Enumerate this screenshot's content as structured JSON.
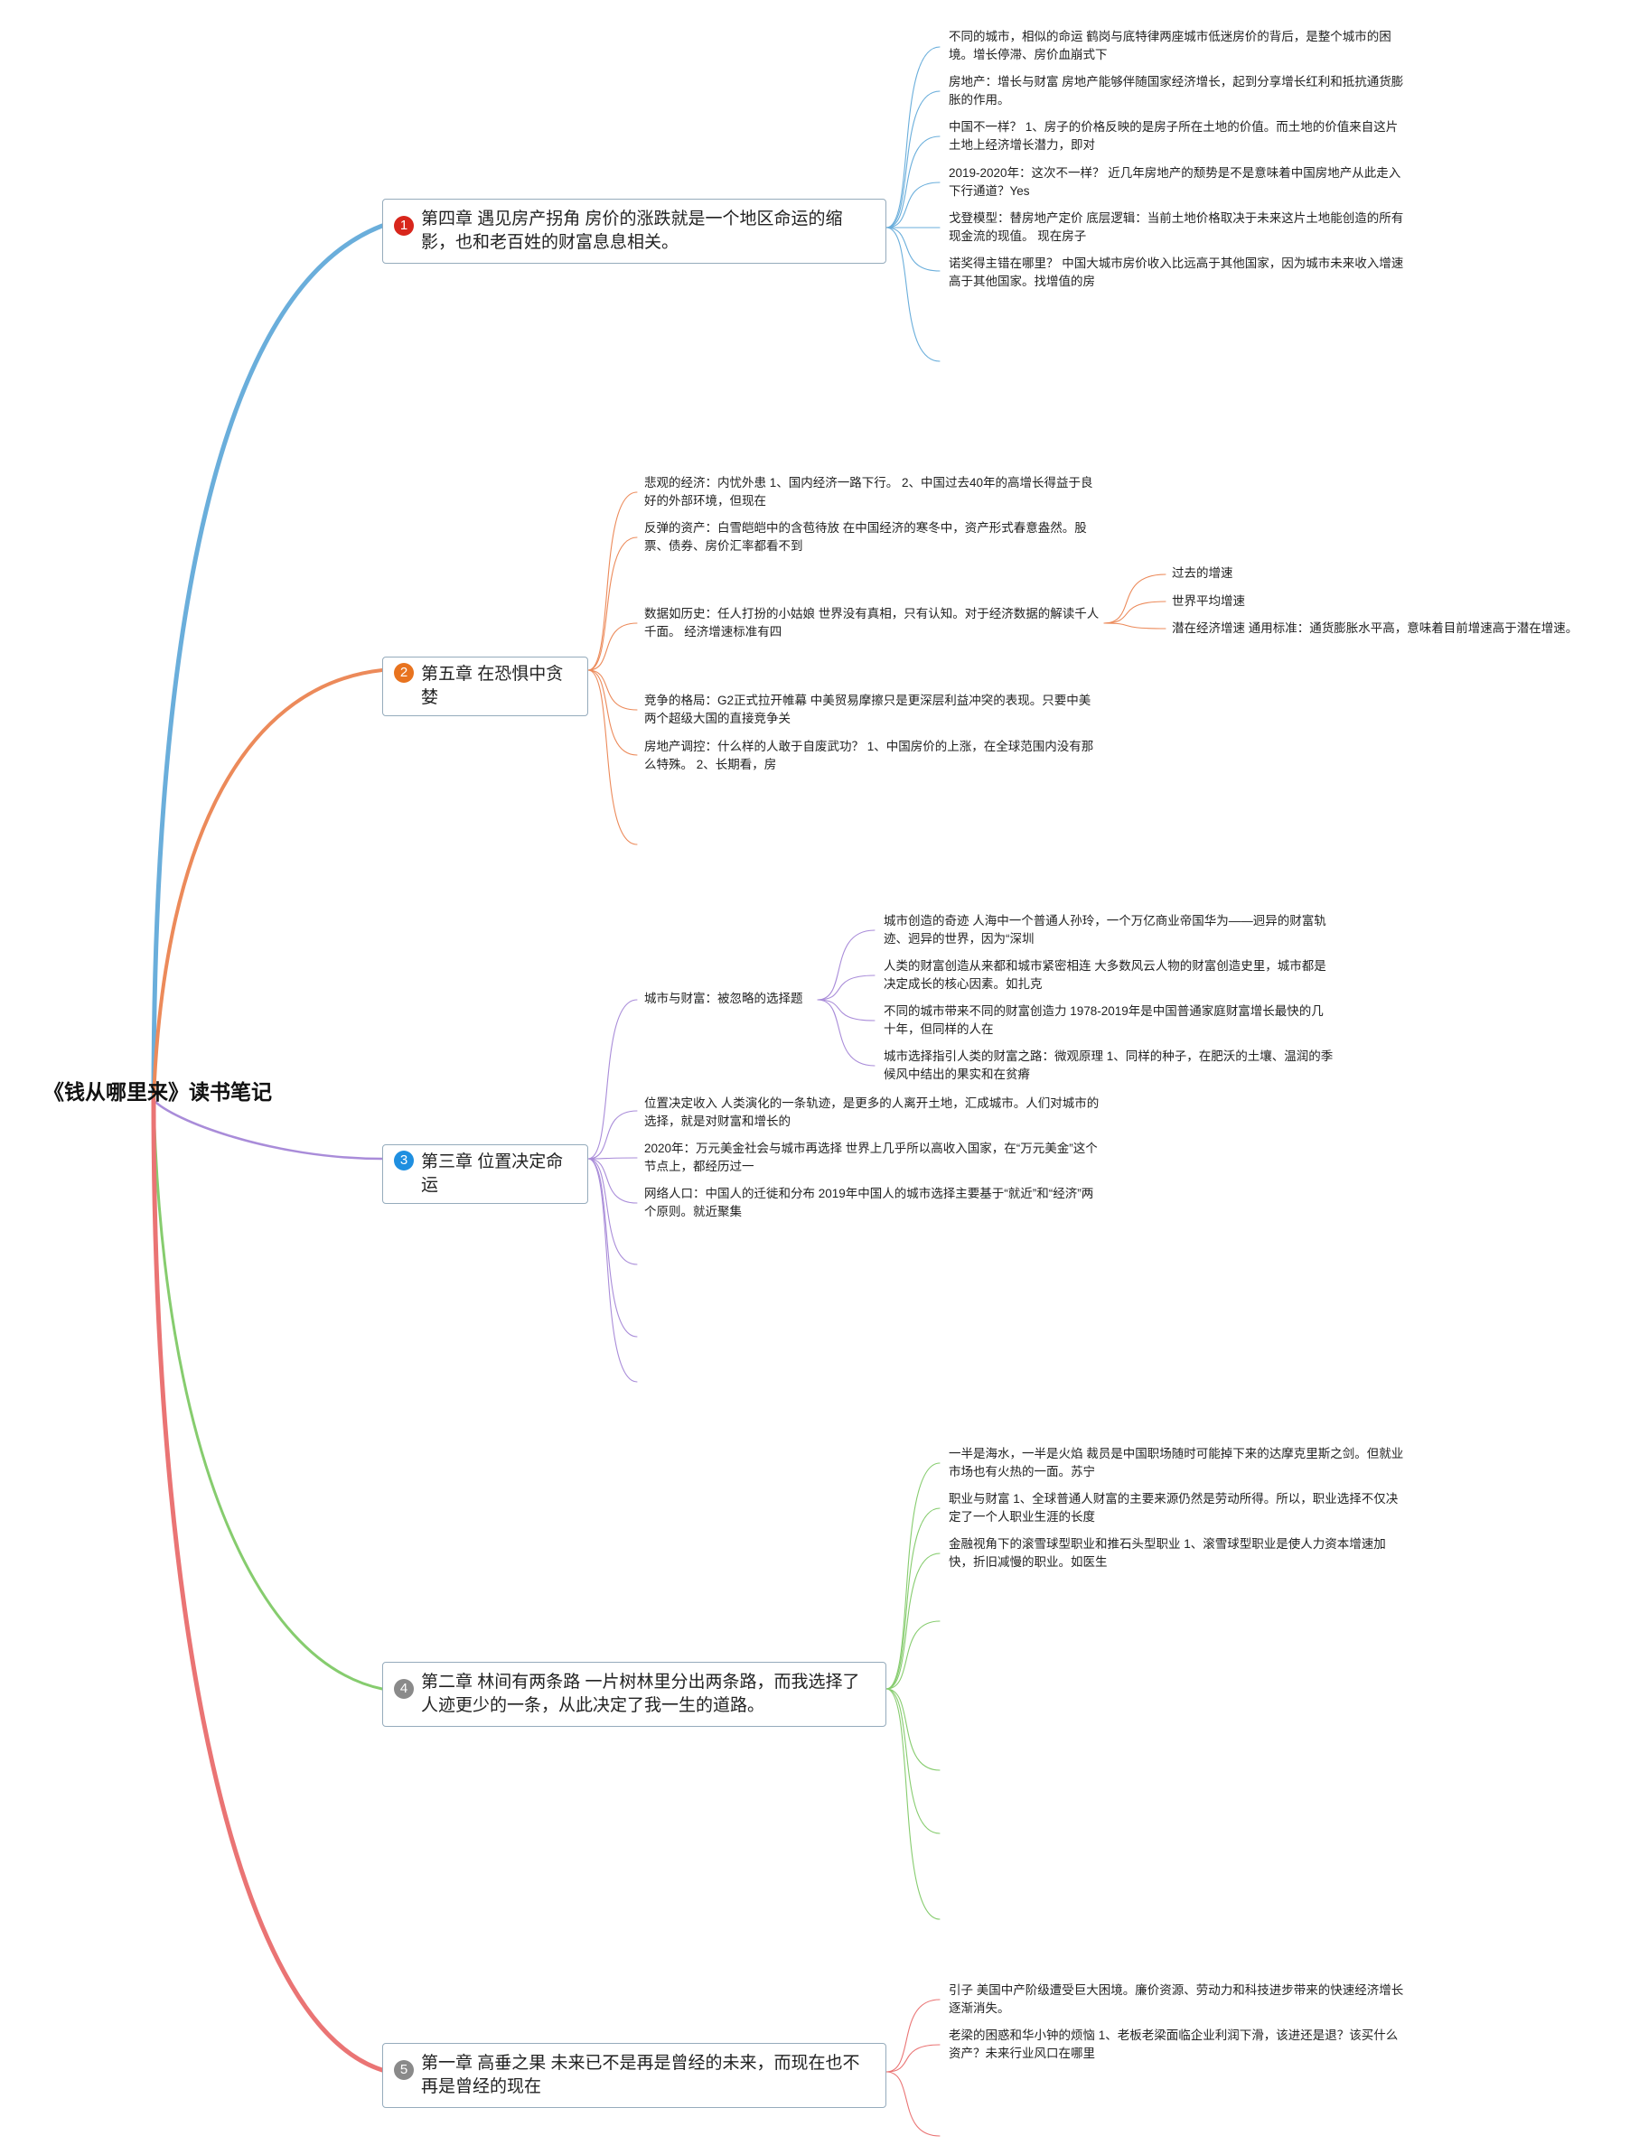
{
  "root": {
    "title": "《钱从哪里来》读书笔记"
  },
  "colors": {
    "c1": "#6aaedb",
    "c2": "#ec8a5a",
    "c3": "#a98cd9",
    "c4": "#86cc6e",
    "c5": "#ea7474"
  },
  "branches": [
    {
      "badge": "1",
      "title": "第四章 遇见房产拐角 房价的涨跌就是一个地区命运的缩影，也和老百姓的财富息息相关。",
      "items": [
        "不同的城市，相似的命运 鹤岗与底特律两座城市低迷房价的背后，是整个城市的困境。增长停滞、房价血崩式下",
        "房地产：增长与财富 房地产能够伴随国家经济增长，起到分享增长红利和抵抗通货膨胀的作用。",
        "中国不一样？ 1、房子的价格反映的是房子所在土地的价值。而土地的价值来自这片土地上经济增长潜力，即对",
        "2019-2020年：这次不一样？ 近几年房地产的颓势是不是意味着中国房地产从此走入下行通道？Yes",
        "戈登模型：替房地产定价 底层逻辑：当前土地价格取决于未来这片土地能创造的所有现金流的现值。 现在房子",
        "诺奖得主错在哪里？ 中国大城市房价收入比远高于其他国家，因为城市未来收入增速高于其他国家。找增值的房"
      ]
    },
    {
      "badge": "2",
      "title": "第五章 在恐惧中贪婪",
      "items": [
        "悲观的经济：内忧外患 1、国内经济一路下行。 2、中国过去40年的高增长得益于良好的外部环境，但现在",
        "反弹的资产：白雪皑皑中的含苞待放 在中国经济的寒冬中，资产形式春意盎然。股票、债券、房价汇率都看不到",
        "数据如历史：任人打扮的小姑娘 世界没有真相，只有认知。对于经济数据的解读千人千面。 经济增速标准有四",
        "竞争的格局：G2正式拉开帷幕 中美贸易摩擦只是更深层利益冲突的表现。只要中美两个超级大国的直接竞争关",
        "房地产调控：什么样的人敢于自废武功？ 1、中国房价的上涨，在全球范围内没有那么特殊。 2、长期看，房"
      ],
      "sub": [
        "过去的增速",
        "世界平均增速",
        "潜在经济增速 通用标准：通货膨胀水平高，意味着目前增速高于潜在增速。"
      ]
    },
    {
      "badge": "3",
      "title": "第三章 位置决定命运",
      "items": [
        "城市与财富：被忽略的选择题",
        "位置决定收入 人类演化的一条轨迹，是更多的人离开土地，汇成城市。人们对城市的选择，就是对财富和增长的",
        "2020年：万元美金社会与城市再选择 世界上几乎所以高收入国家，在“万元美金”这个节点上，都经历过一",
        "网络人口：中国人的迁徙和分布 2019年中国人的城市选择主要基于“就近”和“经济”两个原则。就近聚集"
      ],
      "sub": [
        "城市创造的奇迹 人海中一个普通人孙玲，一个万亿商业帝国华为——迥异的财富轨迹、迥异的世界，因为“深圳",
        "人类的财富创造从来都和城市紧密相连 大多数风云人物的财富创造史里，城市都是决定成长的核心因素。如扎克",
        "不同的城市带来不同的财富创造力 1978-2019年是中国普通家庭财富增长最快的几十年，但同样的人在",
        "城市选择指引人类的财富之路：微观原理 1、同样的种子，在肥沃的土壤、温润的季候风中结出的果实和在贫瘠"
      ]
    },
    {
      "badge": "4",
      "title": "第二章 林间有两条路 一片树林里分出两条路，而我选择了人迹更少的一条，从此决定了我一生的道路。",
      "items": [
        "一半是海水，一半是火焰 裁员是中国职场随时可能掉下来的达摩克里斯之剑。但就业市场也有火热的一面。苏宁",
        "职业与财富 1、全球普通人财富的主要来源仍然是劳动所得。所以，职业选择不仅决定了一个人职业生涯的长度",
        "金融视角下的滚雪球型职业和推石头型职业 1、滚雪球型职业是使人力资本增速加快，折旧减慢的职业。如医生"
      ]
    },
    {
      "badge": "5",
      "title": "第一章 高垂之果 未来已不是再是曾经的未来，而现在也不再是曾经的现在",
      "items": [
        "引子 美国中产阶级遭受巨大困境。廉价资源、劳动力和科技进步带来的快速经济增长逐渐消失。",
        "老梁的困惑和华小钟的烦恼 1、老板老梁面临企业利润下滑，该进还是退？该买什么资产？未来行业风口在哪里"
      ]
    }
  ]
}
